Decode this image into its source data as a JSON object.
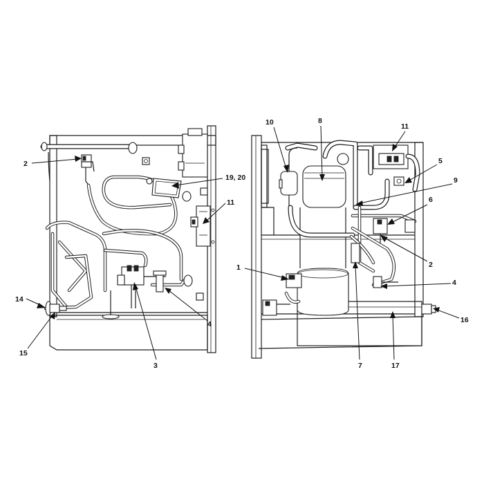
{
  "diagram": {
    "left_unit": {
      "callouts": [
        {
          "id": "l2",
          "label": "2"
        },
        {
          "id": "l1920",
          "label": "19, 20"
        },
        {
          "id": "l11",
          "label": "11"
        },
        {
          "id": "l14",
          "label": "14"
        },
        {
          "id": "l15",
          "label": "15"
        },
        {
          "id": "l3",
          "label": "3"
        },
        {
          "id": "l4",
          "label": "4"
        }
      ]
    },
    "right_unit": {
      "callouts": [
        {
          "id": "r10",
          "label": "10"
        },
        {
          "id": "r8",
          "label": "8"
        },
        {
          "id": "r11",
          "label": "11"
        },
        {
          "id": "r5",
          "label": "5"
        },
        {
          "id": "r9",
          "label": "9"
        },
        {
          "id": "r6",
          "label": "6"
        },
        {
          "id": "r1",
          "label": "1"
        },
        {
          "id": "r2",
          "label": "2"
        },
        {
          "id": "r4",
          "label": "4"
        },
        {
          "id": "r16",
          "label": "16"
        },
        {
          "id": "r7",
          "label": "7"
        },
        {
          "id": "r17",
          "label": "17"
        }
      ]
    }
  }
}
